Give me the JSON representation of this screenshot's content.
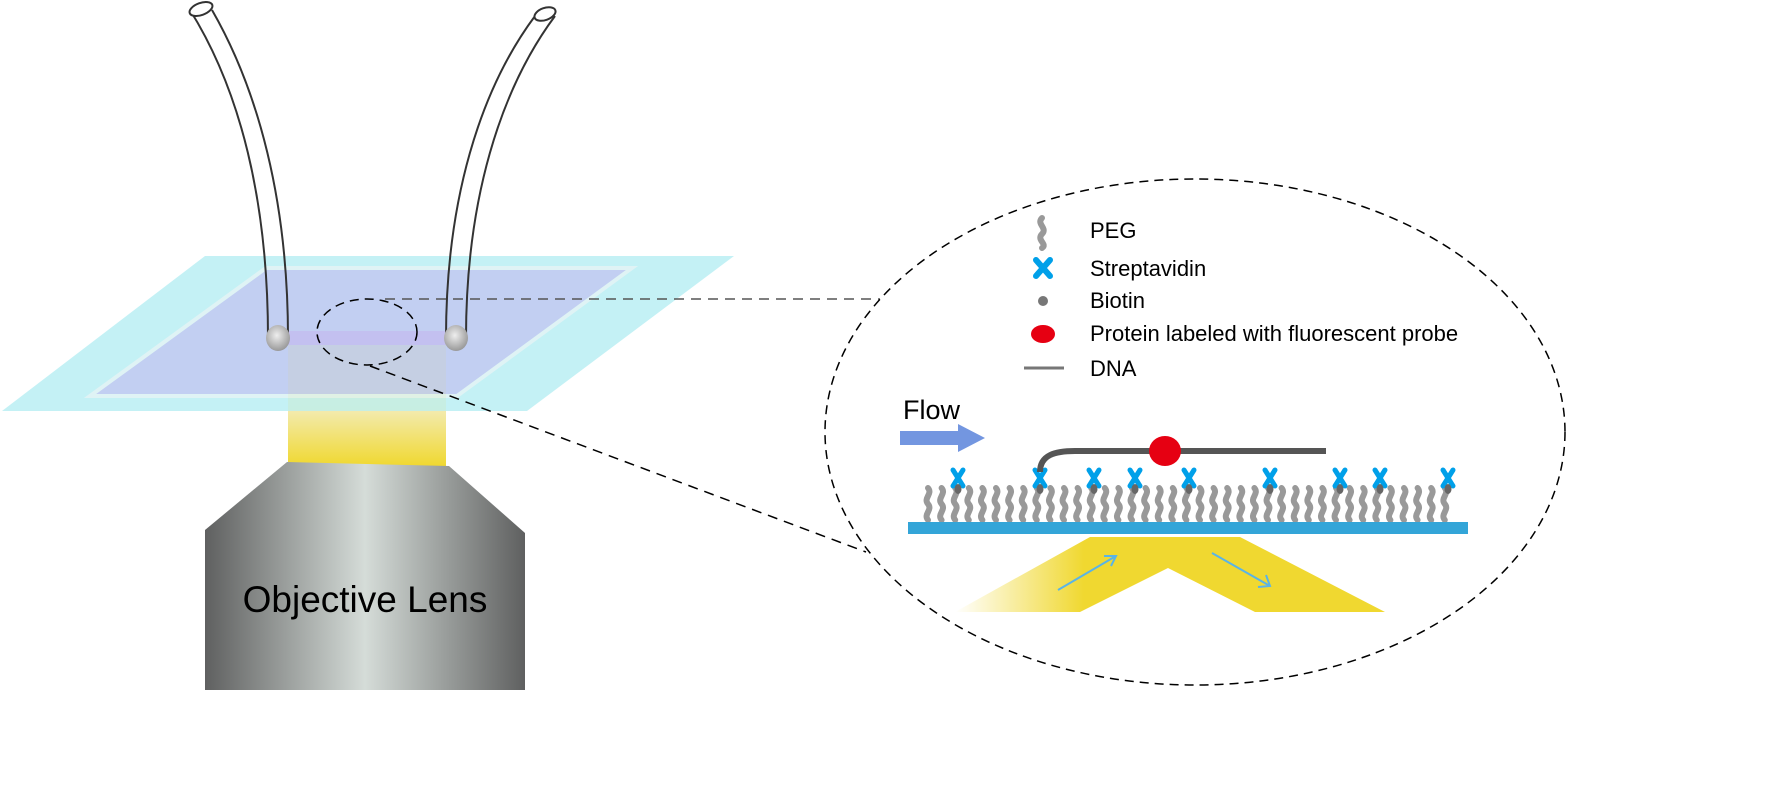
{
  "objective": {
    "label": "Objective Lens"
  },
  "legend": {
    "items": [
      {
        "label": "PEG",
        "icon": "peg-icon"
      },
      {
        "label": "Streptavidin",
        "icon": "streptavidin-icon"
      },
      {
        "label": "Biotin",
        "icon": "biotin-icon"
      },
      {
        "label": "Protein labeled with fluorescent probe",
        "icon": "protein-icon"
      },
      {
        "label": "DNA",
        "icon": "dna-icon"
      }
    ]
  },
  "inset": {
    "flow_label": "Flow"
  },
  "colors": {
    "slide": "#c1f0f4",
    "channel": "#c2cff2",
    "streptavidin": "#00a0e9",
    "protein": "#e60012",
    "substrate": "#33a5d8",
    "light": "#f0d830",
    "flow_arrow": "#7396e0"
  }
}
